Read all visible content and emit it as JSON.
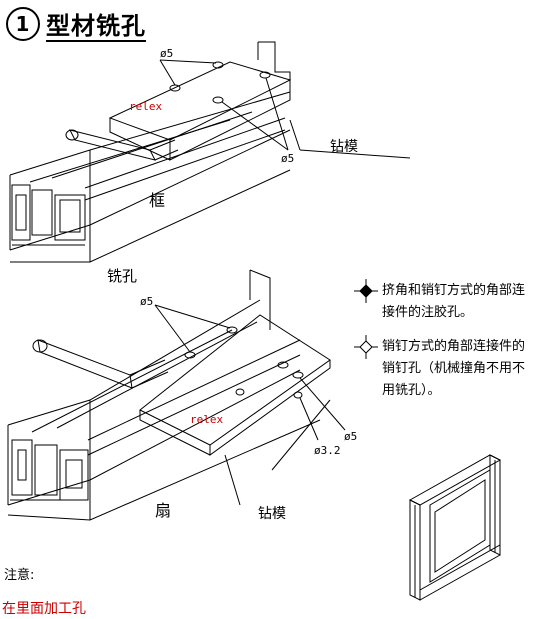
{
  "title": {
    "number": "1",
    "text": "型材铣孔"
  },
  "frame": {
    "label": "框",
    "dia_top": "ø5",
    "dia_right": "ø5",
    "relex": "relex",
    "jig": "钻模"
  },
  "milling_label": "铣孔",
  "sash": {
    "label": "扇",
    "dia_top": "ø5",
    "dia_right": "ø5",
    "dia_small": "ø3.2",
    "relex": "relex",
    "jig": "钻模"
  },
  "notes": [
    {
      "icon": "diamond-cross-filled",
      "lines": [
        "挤角和销钉方式的角部连",
        "接件的注胶孔。"
      ]
    },
    {
      "icon": "diamond-cross-open",
      "lines": [
        "销钉方式的角部连接件的",
        "销钉孔（机械撞角不用不",
        "用铣孔）。"
      ]
    }
  ],
  "footer": {
    "note_label": "注意:",
    "note_text": "在里面加工孔"
  },
  "colors": {
    "accent": "#cc0000",
    "line": "#000000"
  }
}
